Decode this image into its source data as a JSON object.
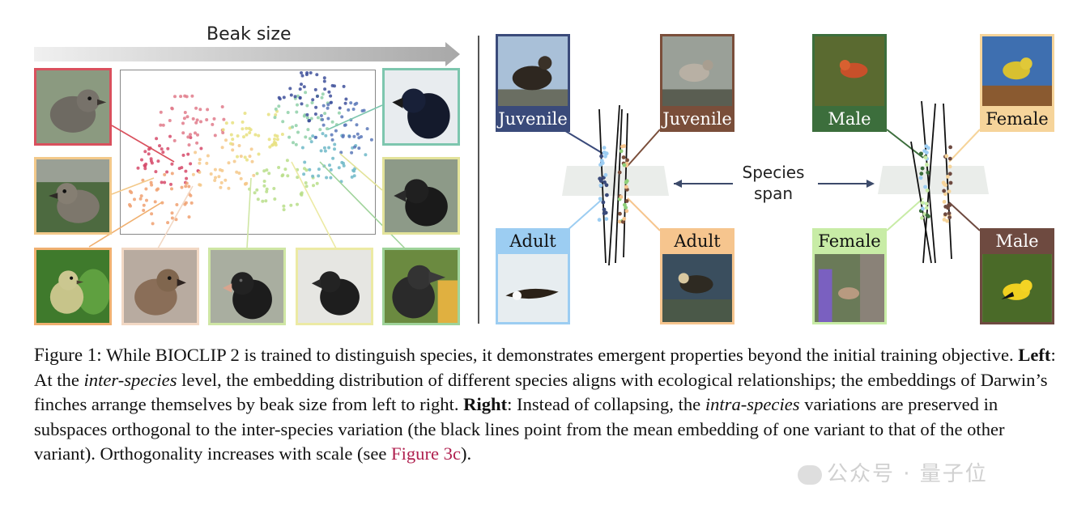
{
  "left_panel": {
    "axis_label": "Beak size",
    "finch_images": [
      {
        "name": "finch-small-beak-1",
        "color": "#d9505d"
      },
      {
        "name": "finch-small-beak-2",
        "color": "#f3c98a"
      },
      {
        "name": "finch-small-beak-3",
        "color": "#f0b070"
      },
      {
        "name": "finch-medium-beak-1",
        "color": "#f2d8c4"
      },
      {
        "name": "finch-medium-beak-2",
        "color": "#cfe6a4"
      },
      {
        "name": "finch-medium-beak-3",
        "color": "#eceaa4"
      },
      {
        "name": "finch-large-beak-1",
        "color": "#9fd39a"
      },
      {
        "name": "finch-large-beak-2",
        "color": "#e3e39a"
      },
      {
        "name": "finch-large-beak-3",
        "color": "#7dc6ae"
      }
    ],
    "cluster_colors": [
      "#d64a6a",
      "#e07a8a",
      "#f0a070",
      "#f5c88a",
      "#e8e080",
      "#b8de8a",
      "#8fd0a8",
      "#6fb8c8",
      "#5a78b8",
      "#3d4f9a"
    ]
  },
  "right_panel": {
    "span_label_line1": "Species",
    "span_label_line2": "span",
    "groups": [
      {
        "top_left": "Juvenile",
        "top_right": "Juvenile",
        "bottom_left": "Adult",
        "bottom_right": "Adult",
        "colors": {
          "top_left": "#3a4a7a",
          "top_right": "#7a4e3a",
          "bottom_left": "#9ccdf2",
          "bottom_right": "#f6c58e"
        }
      },
      {
        "top_left": "Male",
        "top_right": "Female",
        "bottom_left": "Female",
        "bottom_right": "Male",
        "colors": {
          "top_left": "#3c6e3c",
          "top_right": "#f6d49a",
          "bottom_left": "#c8eca6",
          "bottom_right": "#6e4a40"
        }
      }
    ]
  },
  "caption": {
    "label": "Figure 1:",
    "t1": " While ",
    "model_first": "B",
    "model_rest": "IO",
    "model_tail": "CLIP 2",
    "t2": " is trained to distinguish species, it demonstrates emergent properties beyond the initial training objective. ",
    "left_bold": "Left",
    "t3": ": At the ",
    "inter_italic": "inter-species",
    "t4": " level, the embedding distribution of different species aligns with ecological relationships; the embeddings of Darwin’s finches arrange themselves by beak size from left to right. ",
    "right_bold": "Right",
    "t5": ": Instead of collapsing, the ",
    "intra_italic": "intra-species",
    "t6": " variations are preserved in subspaces orthogonal to the inter-species variation (the black lines point from the mean embedding of one variant to that of the other variant). Orthogonality increases with scale (see ",
    "figure_ref": "Figure 3c",
    "t7": ")."
  },
  "watermark": "公众号 · 量子位"
}
